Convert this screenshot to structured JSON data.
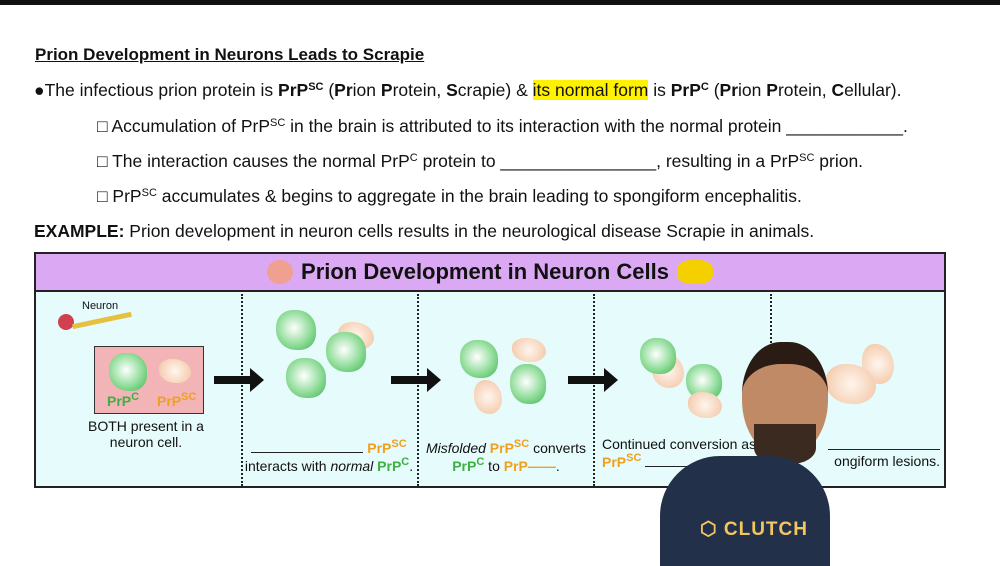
{
  "heading": "Prion Development in Neurons Leads to Scrapie",
  "bullet": {
    "prefix": "●The infectious prion protein is ",
    "prpsc": "PrP",
    "sc": "SC",
    "mid1": " (",
    "pr": "Pr",
    "ion": "ion ",
    "p": "P",
    "rotein": "rotein, ",
    "s": "S",
    "crapie": "crapie) & ",
    "highlight": "its normal form",
    "is": " is ",
    "prpc": "PrP",
    "c": "C",
    "mid2": " (",
    "pr2": "Pr",
    "ion2": "ion ",
    "p2": "P",
    "rotein2": "rotein, ",
    "cc": "C",
    "ellular": "ellular)."
  },
  "sub": [
    {
      "a": "□ Accumulation of PrP",
      "sup": "SC",
      "b": " in the brain is attributed to its interaction with the normal protein ____________."
    },
    {
      "a": "□ The interaction causes the normal PrP",
      "sup": "C",
      "b": " protein to ________________, resulting in a PrP",
      "sup2": "SC",
      "c": " prion."
    },
    {
      "a": "□ PrP",
      "sup": "SC",
      "b": " accumulates & begins to aggregate in the brain leading to spongiform encephalitis."
    }
  ],
  "example": {
    "label": "EXAMPLE:",
    "text": " Prion development in neuron cells results in the neurological disease Scrapie in animals."
  },
  "diagram": {
    "title": "Prion Development in Neuron Cells",
    "neuron_label": "Neuron",
    "prp": "PrP",
    "c": "C",
    "sc": "SC",
    "step1": [
      "BOTH present in a",
      "neuron cell."
    ],
    "step2": {
      "line2a": "interacts with ",
      "normal": "normal",
      "end": "."
    },
    "step3": {
      "misfolded": "Misfolded",
      "converts": " converts",
      "to": " to ",
      "prp_blank": "PrP——",
      "end": "."
    },
    "step4": {
      "line1": "Continued conversion as"
    },
    "step5": {
      "line2": "ongiform lesions."
    },
    "colors": {
      "header": "#dba8f3",
      "panel": "#e6fbfb",
      "prpc": "#3cb043",
      "prpsc": "#f0a020"
    }
  },
  "presenter": {
    "shirt_logo": "CLUTCH"
  }
}
